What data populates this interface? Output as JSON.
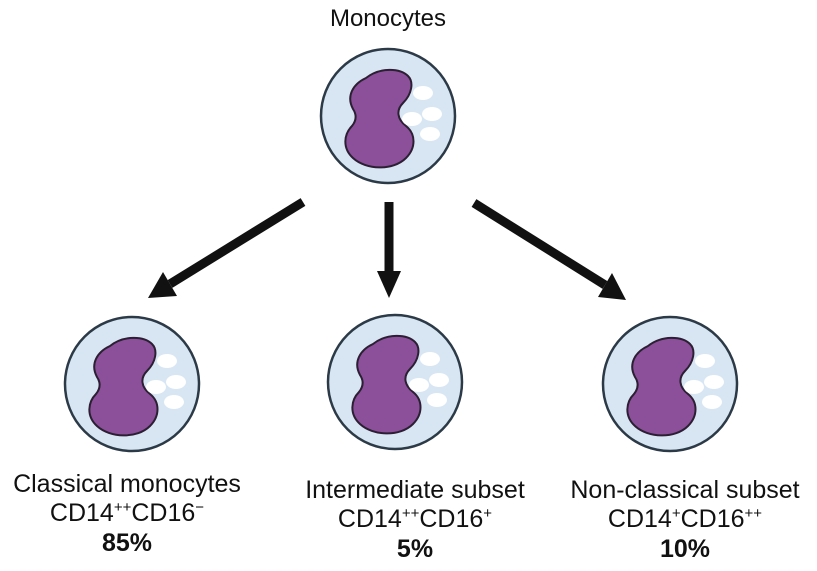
{
  "title": "Monocytes",
  "colors": {
    "cell_fill": "#d8e6f4",
    "cell_stroke": "#2c3a47",
    "nucleus_fill": "#8c4f9a",
    "nucleus_stroke": "#2c1f33",
    "granule": "#ffffff",
    "arrow": "#111111"
  },
  "subsets": [
    {
      "name": "Classical monocytes",
      "marker": {
        "cd14_base": "CD14",
        "cd14_sup": "++",
        "cd16_base": "CD16",
        "cd16_sup": "−"
      },
      "percent": "85%"
    },
    {
      "name": "Intermediate subset",
      "marker": {
        "cd14_base": "CD14",
        "cd14_sup": "++",
        "cd16_base": "CD16",
        "cd16_sup": "+"
      },
      "percent": "5%"
    },
    {
      "name": "Non-classical subset",
      "marker": {
        "cd14_base": "CD14",
        "cd14_sup": "+",
        "cd16_base": "CD16",
        "cd16_sup": "++"
      },
      "percent": "10%"
    }
  ]
}
